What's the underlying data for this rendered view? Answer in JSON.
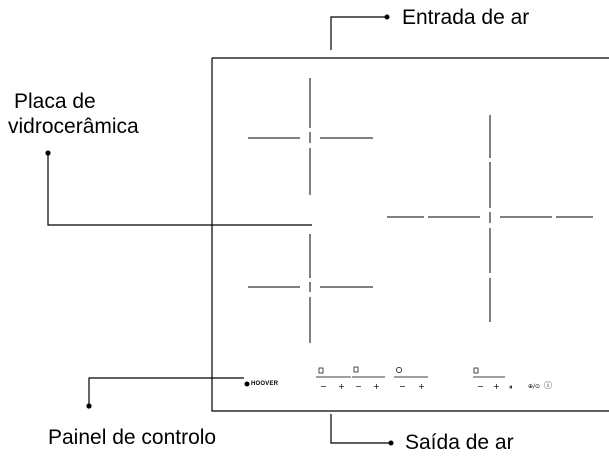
{
  "labels": {
    "air_inlet": "Entrada de ar",
    "glass_ceramic_line1": "Placa de",
    "glass_ceramic_line2": "vidrocerâmica",
    "control_panel": "Painel de controlo",
    "air_outlet": "Saída de ar"
  },
  "brand": "HOOVER",
  "control_symbols": {
    "minus": "−",
    "plus": "+",
    "lock": "⊕/⊙",
    "power": "ⓘ"
  }
}
